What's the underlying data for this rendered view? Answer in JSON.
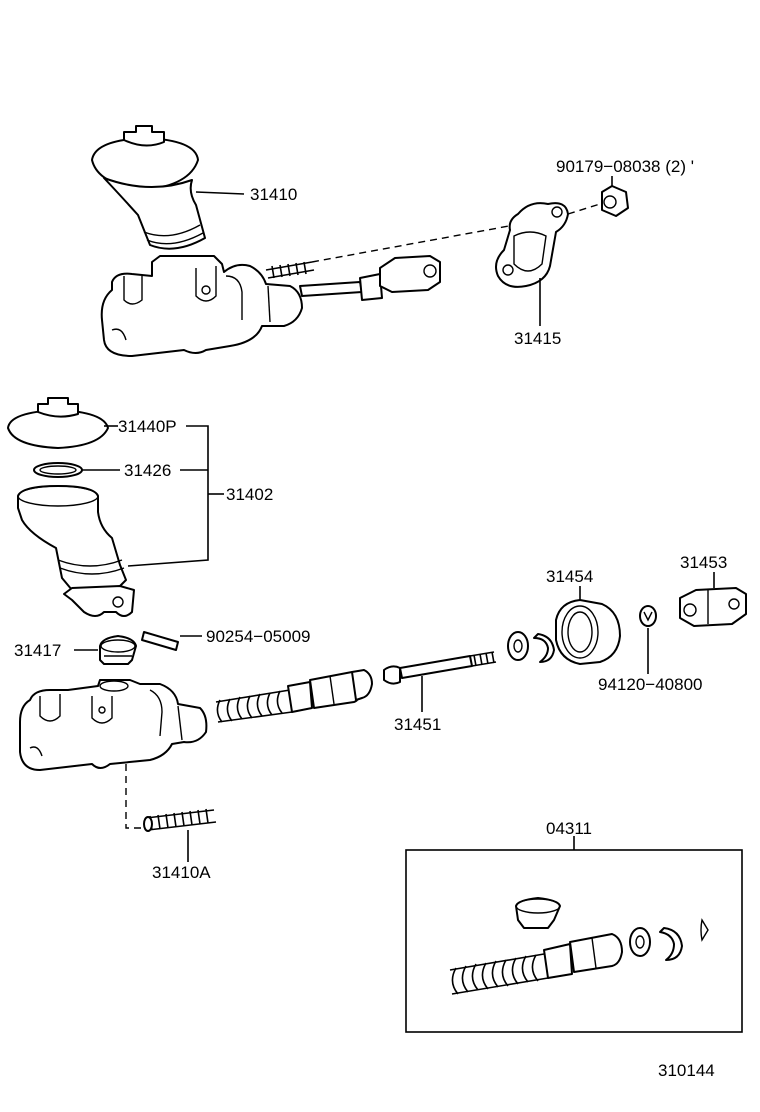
{
  "labels": {
    "p31410": "31410",
    "p90179": "90179−08038 (2) '",
    "p31415": "31415",
    "p31440P": "31440P",
    "p31426": "31426",
    "p31402": "31402",
    "p31454": "31454",
    "p31453": "31453",
    "p31417": "31417",
    "p90254": "90254−05009",
    "p94120": "94120−40800",
    "p31451": "31451",
    "p31410A": "31410A",
    "p04311": "04311",
    "fig": "310144"
  }
}
